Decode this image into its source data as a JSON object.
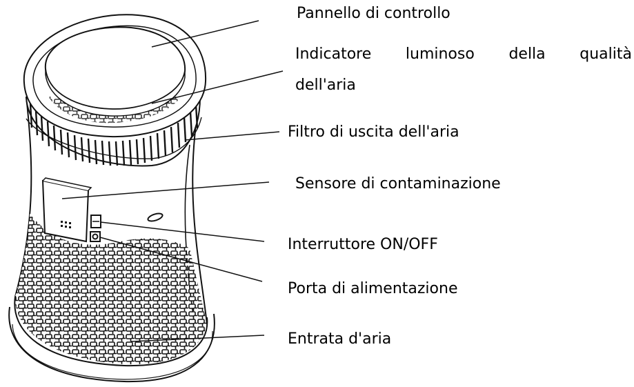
{
  "labels": {
    "control_panel": "Pannello di controllo",
    "air_quality_indicator_line1": "Indicatore luminoso della qualità",
    "air_quality_indicator_line2": "dell'aria",
    "air_outlet_filter": "Filtro di uscita dell'aria",
    "contamination_sensor": "Sensore di contaminazione",
    "on_off_switch": "Interruttore ON/OFF",
    "power_port": "Porta di alimentazione",
    "air_inlet": "Entrata d'aria"
  }
}
